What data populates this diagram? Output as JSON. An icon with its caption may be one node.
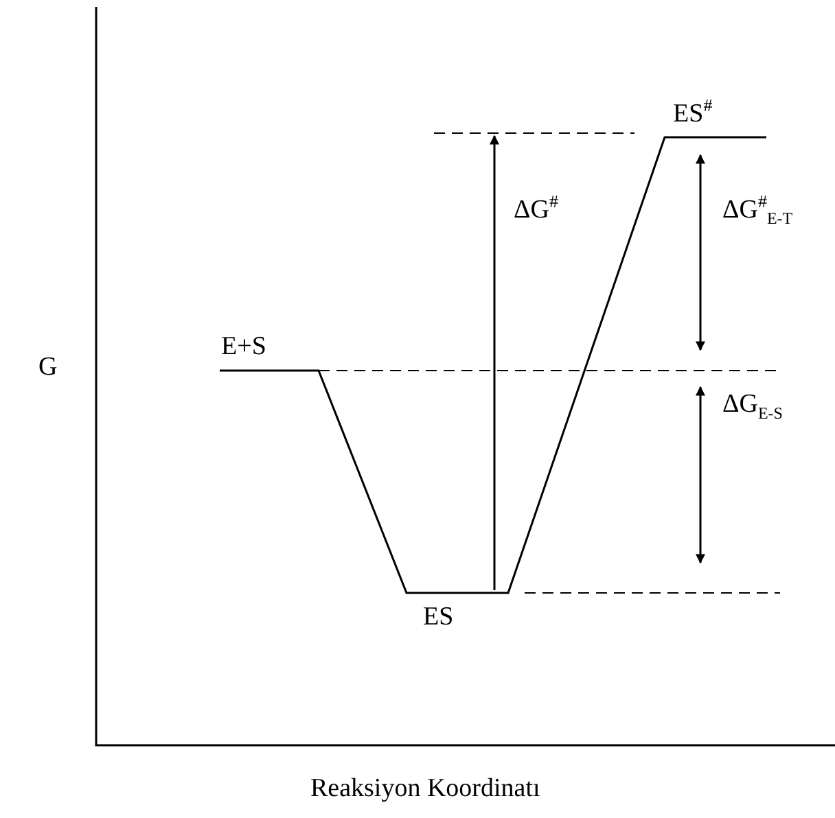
{
  "diagram": {
    "labels": [
      "ES$^{#}$",
      "ΔG$^{#}$",
      "ΔG$^{#}$$_{E-T}$",
      "E+S",
      "G",
      "ΔG$_{E-S}$",
      "ES",
      "Reaksiyon Koordinatı"
    ]
  }
}
